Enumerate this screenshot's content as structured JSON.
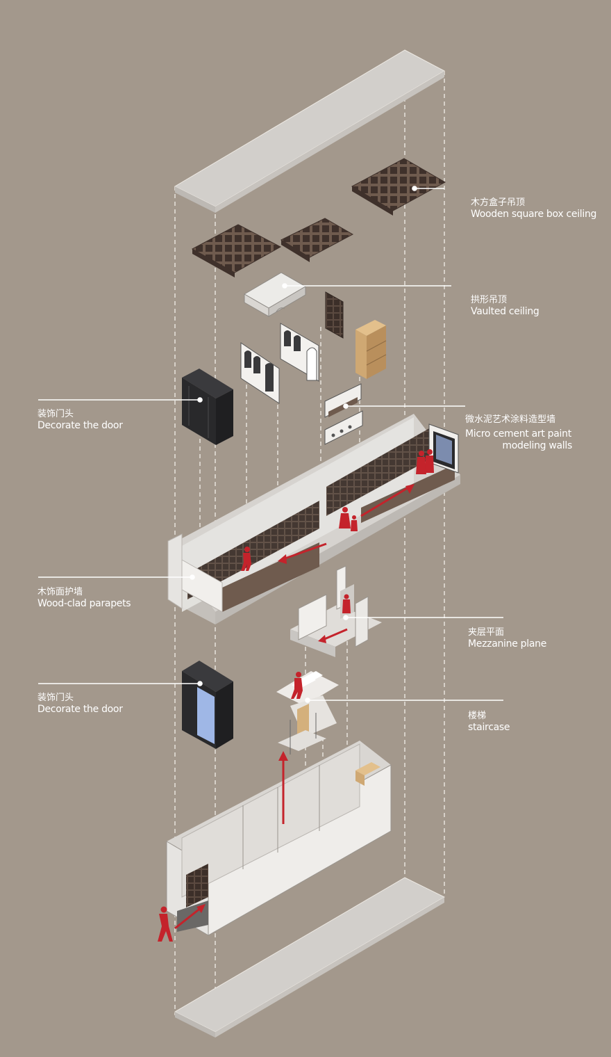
{
  "colors": {
    "background": "#a3988c",
    "slab": "#d2cfcb",
    "wall_light": "#e6e4e1",
    "wall_shade": "#c9c6c2",
    "wood_dark": "#4a3a33",
    "wood_brown": "#6f5b4e",
    "oak": "#cfa873",
    "door_black": "#2a2a2c",
    "glass_blue": "#9fb7e6",
    "red": "#c4232b",
    "leader": "#ffffff"
  },
  "labels": {
    "wooden_box_ceiling": {
      "cn": "木方盒子吊顶",
      "en": "Wooden square box ceiling"
    },
    "vaulted_ceiling": {
      "cn": "拱形吊顶",
      "en": "Vaulted ceiling"
    },
    "decorate_door_upper": {
      "cn": "装饰门头",
      "en": "Decorate the door"
    },
    "micro_cement": {
      "cn": "微水泥艺术涂料造型墙",
      "en_line1": "Micro cement art paint",
      "en_line2": "modeling walls"
    },
    "wood_parapets": {
      "cn": "木饰面护墙",
      "en": "Wood-clad parapets"
    },
    "mezzanine": {
      "cn": "夹层平面",
      "en": "Mezzanine plane"
    },
    "decorate_door_lower": {
      "cn": "装饰门头",
      "en": "Decorate the door"
    },
    "staircase": {
      "cn": "楼梯",
      "en": "staircase"
    }
  }
}
